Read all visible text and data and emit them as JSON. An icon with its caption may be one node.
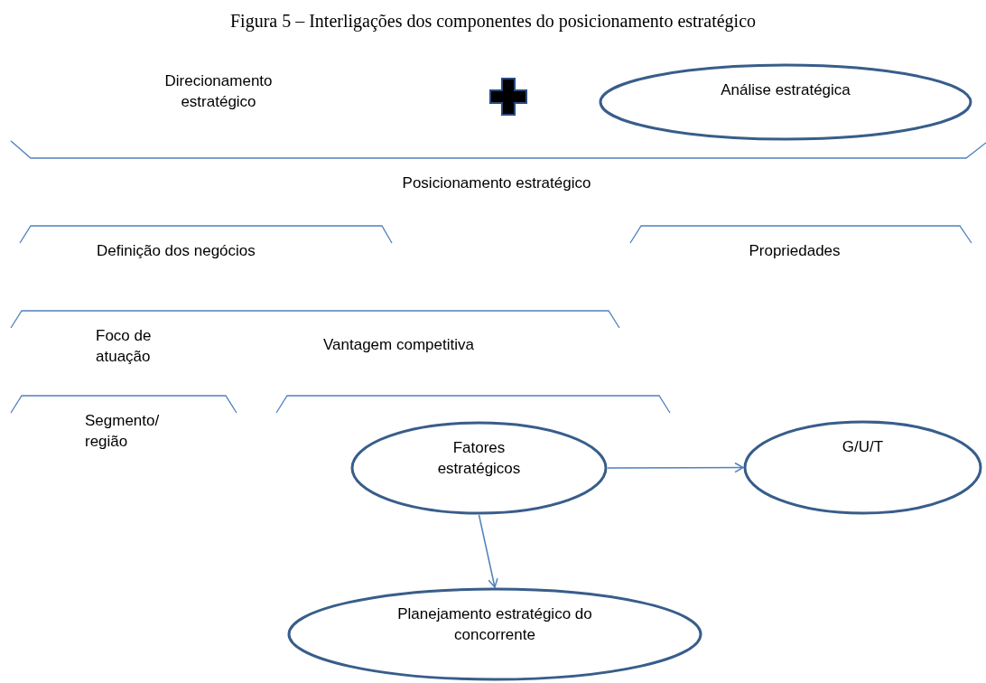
{
  "diagram": {
    "title": "Figura 5 – Interligações dos componentes do posicionamento estratégico",
    "nodes": [
      {
        "text": [
          "Análise estratégica"
        ]
      },
      {
        "text": [
          "Fatores estratégicos"
        ]
      },
      {
        "text": [
          "G/U/T"
        ]
      },
      {
        "text": [
          "Planejamento estratégico do concorrente"
        ]
      }
    ],
    "edges": [
      {
        "from": 1,
        "to": 2,
        "arrow": "to"
      },
      {
        "from": 1,
        "to": 3,
        "arrow": "to"
      }
    ],
    "labels": [
      "Direcionamento estratégico",
      "Posicionamento estratégico",
      "Definição dos negócios",
      "Propriedades",
      "Foco de atuação",
      "Vantagem competitiva",
      "Segmento/ região"
    ]
  }
}
